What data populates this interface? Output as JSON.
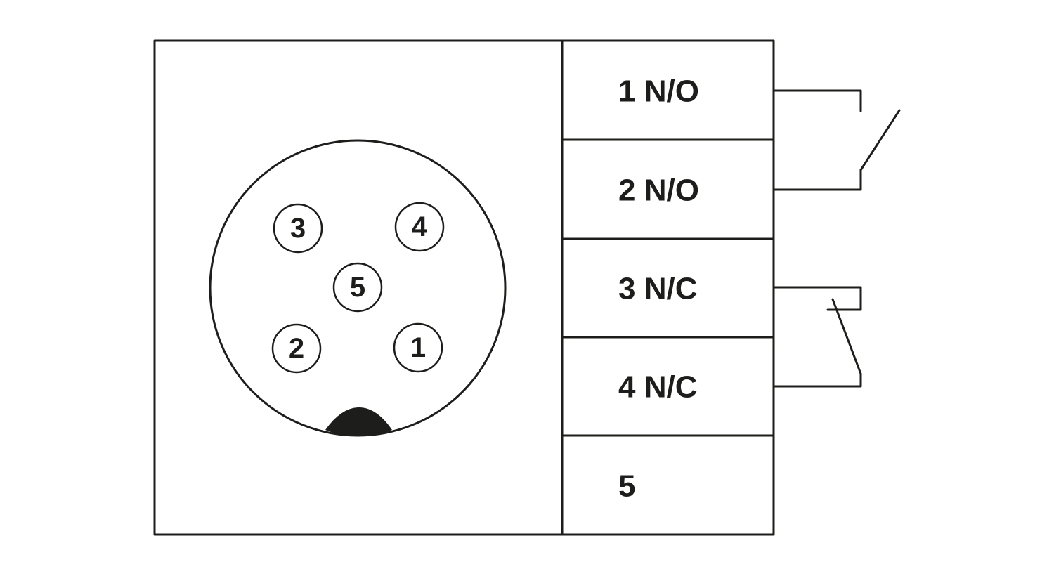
{
  "connector": {
    "pins": [
      {
        "label": "3"
      },
      {
        "label": "4"
      },
      {
        "label": "5"
      },
      {
        "label": "2"
      },
      {
        "label": "1"
      }
    ]
  },
  "terminals": [
    {
      "label": "1 N/O"
    },
    {
      "label": "2 N/O"
    },
    {
      "label": "3 N/C"
    },
    {
      "label": "4 N/C"
    },
    {
      "label": "5"
    }
  ],
  "colors": {
    "line": "#1d1d1b",
    "background": "#ffffff"
  }
}
